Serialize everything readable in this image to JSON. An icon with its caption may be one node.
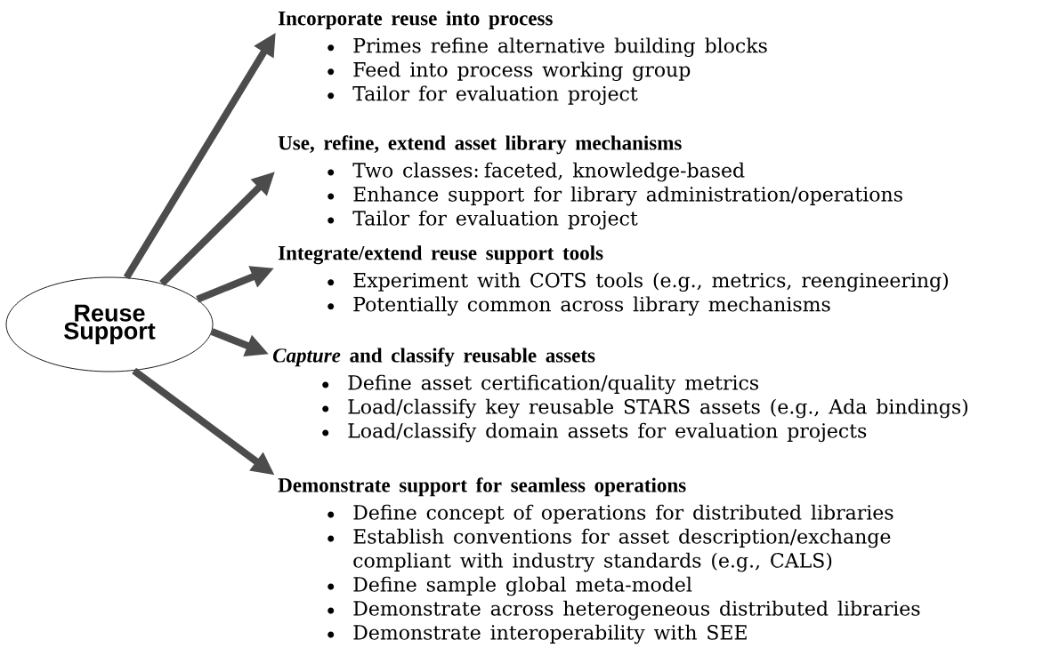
{
  "diagram": {
    "nodes": [
      {
        "text": [
          "Reuse Support"
        ]
      },
      {
        "text": [
          "Incorporate reuse into process",
          "Primes refine alternative building blocks",
          "Feed into process working group",
          "Tailor for evaluation project"
        ]
      },
      {
        "text": [
          "Use, refine, extend asset library mechanisms",
          "Two classes: faceted, knowledge-based",
          "Enhance support for library administration/operations",
          "Tailor for evaluation project"
        ]
      },
      {
        "text": [
          "Integrate/extend reuse support tools",
          "Experiment with COTS tools (e.g., metrics, reengineering)",
          "Potentially common across library mechanisms"
        ]
      },
      {
        "text": [
          "*Capture* and classify reusable assets",
          "Define asset certification/quality metrics",
          "Load/classify key reusable STARS assets (e.g., Ada bindings)",
          "Load/classify domain assets for evaluation projects"
        ]
      },
      {
        "text": [
          "Demonstrate support for seamless operations",
          "Define concept of operations for distributed libraries",
          "Establish conventions for asset description/exchange compliant with industry standards (e.g., CALS)",
          "Define sample global meta-model",
          "Demonstrate across heterogeneous distributed libraries",
          "Demonstrate interoperability with SEE"
        ]
      }
    ],
    "edges": [
      {
        "from": 0,
        "to": 1,
        "arrow": "to"
      },
      {
        "from": 0,
        "to": 2,
        "arrow": "to"
      },
      {
        "from": 0,
        "to": 3,
        "arrow": "to"
      },
      {
        "from": 0,
        "to": 4,
        "arrow": "to"
      },
      {
        "from": 0,
        "to": 5,
        "arrow": "to"
      }
    ]
  }
}
